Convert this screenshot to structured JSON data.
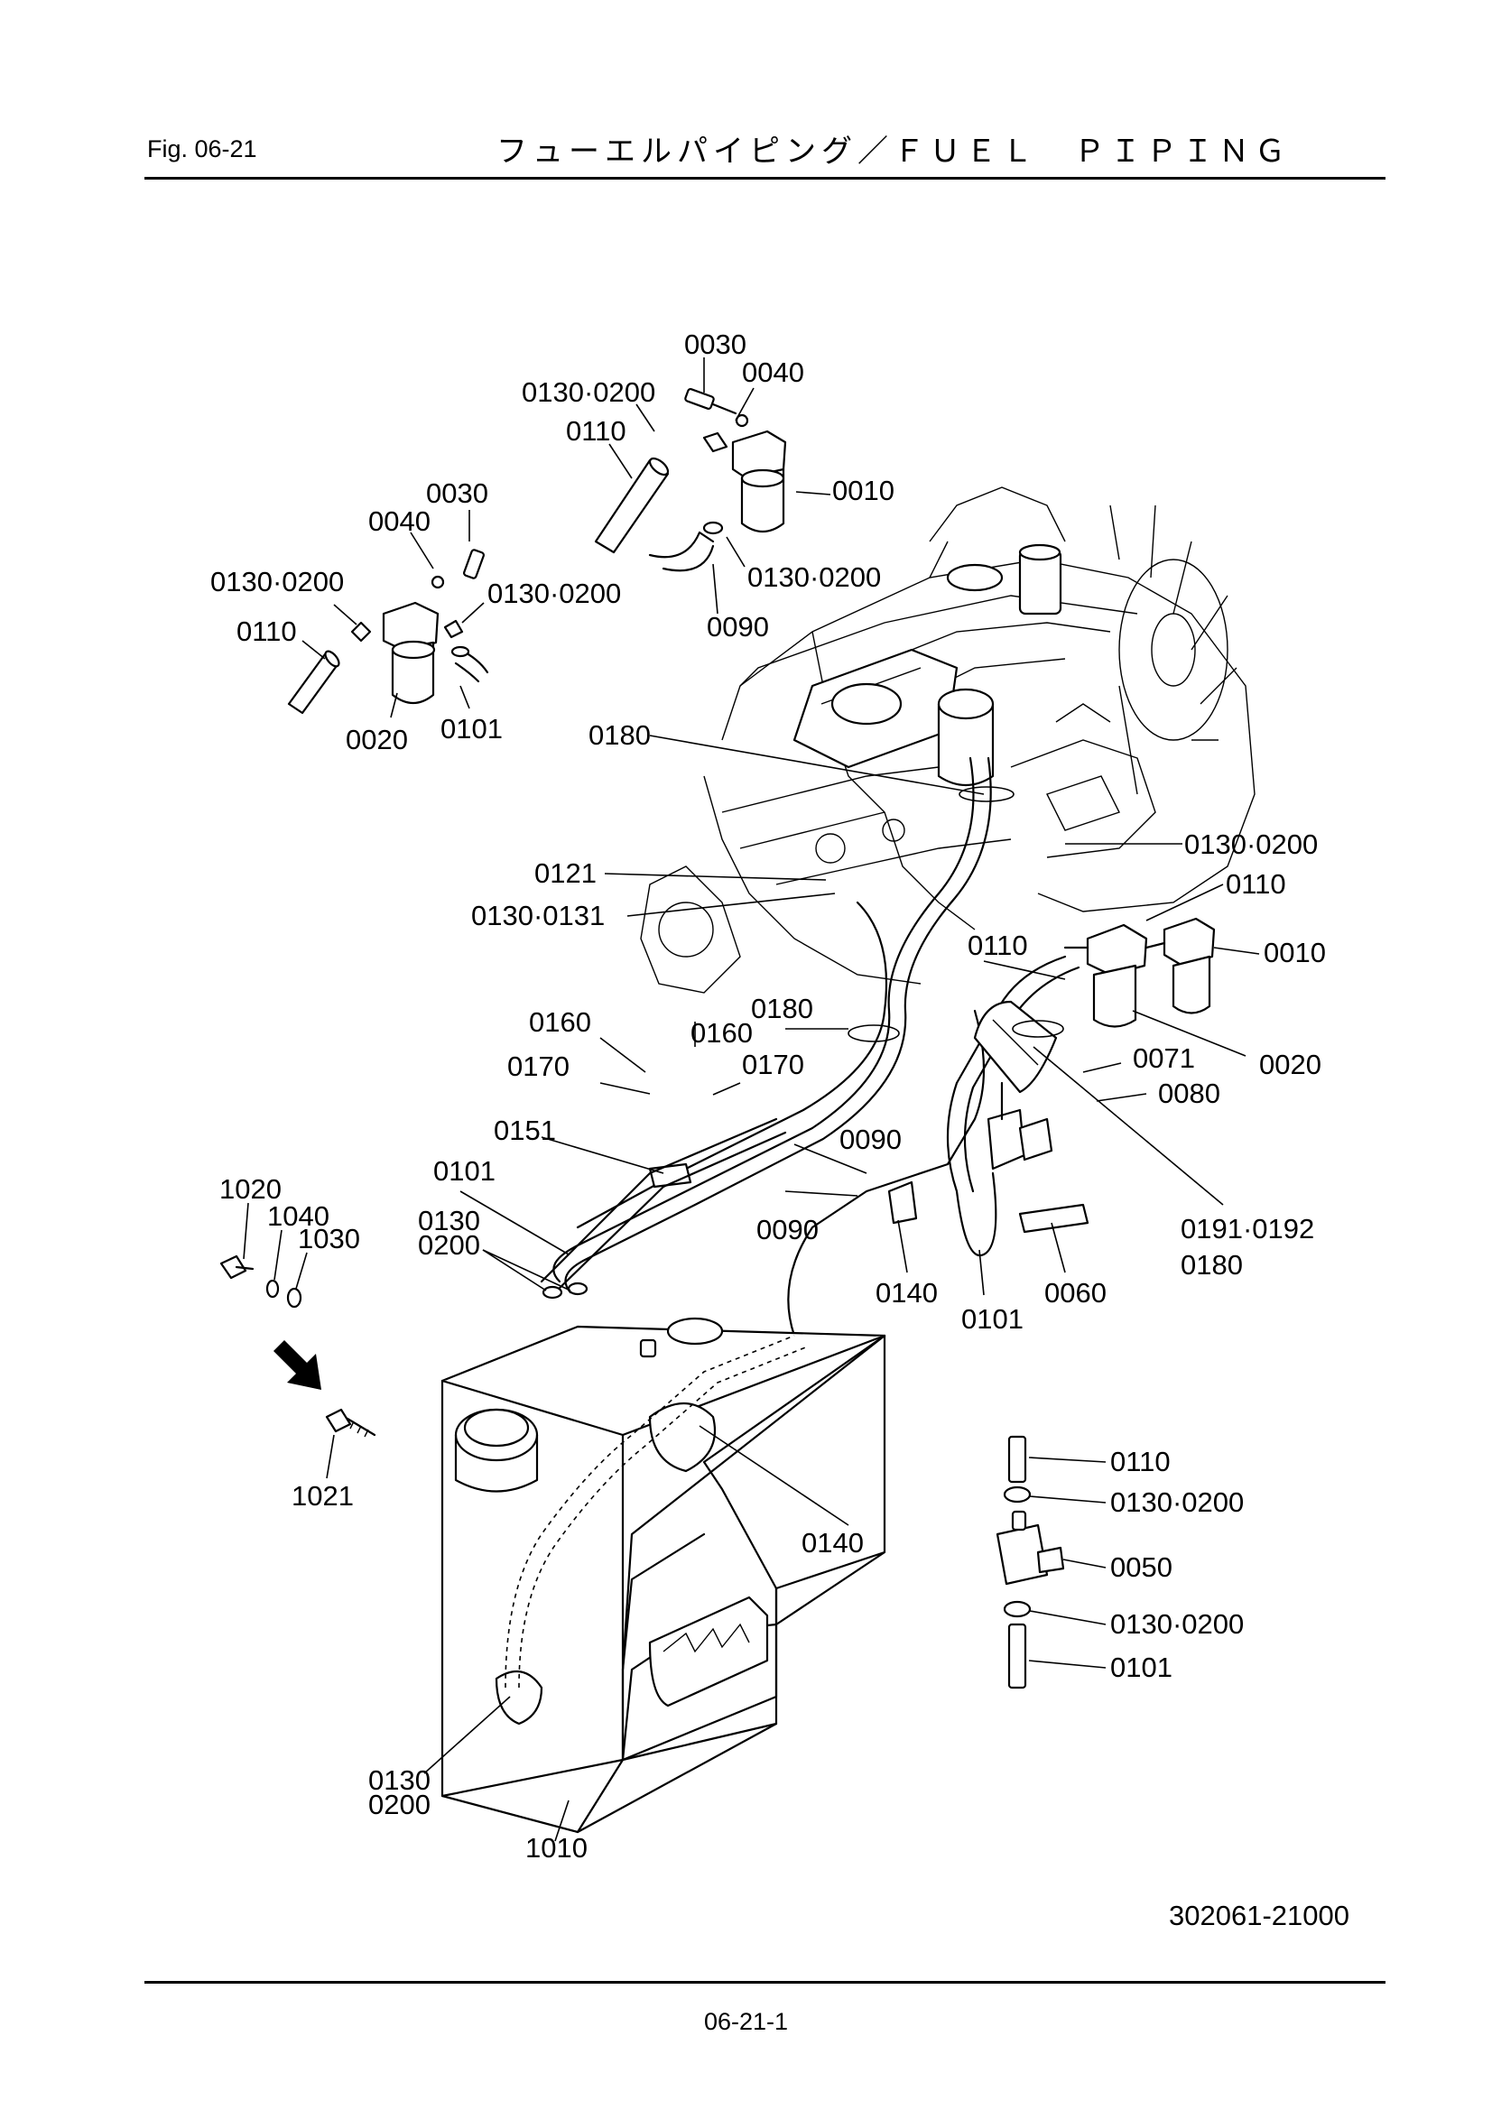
{
  "header": {
    "fig_label": "Fig.  06-21",
    "title": "フューエルパイピング／ＦＵＥＬ　ＰＩＰＩＮＧ"
  },
  "footer": {
    "page_number": "06-21-1"
  },
  "drawing": {
    "drawing_number": "302061-21000",
    "callouts": {
      "c0030_top": "0030",
      "c0040_top": "0040",
      "c0130_0200_top": "0130·0200",
      "c0110_top": "0110",
      "c0010_top": "0010",
      "c0130_0200_top2": "0130·0200",
      "c0090_top": "0090",
      "c0030_left": "0030",
      "c0040_left": "0040",
      "c0130_0200_left": "0130·0200",
      "c0130_0200_left2": "0130·0200",
      "c0110_left": "0110",
      "c0020_left": "0020",
      "c0101_left": "0101",
      "c0180_a": "0180",
      "c0130_0200_right": "0130·0200",
      "c0110_right": "0110",
      "c0121": "0121",
      "c0130_0131": "0130·0131",
      "c0110_mid": "0110",
      "c0010_right": "0010",
      "c0160_a": "0160",
      "c0180_b": "0180",
      "c0160_b": "0160",
      "c0170_a": "0170",
      "c0170_b": "0170",
      "c0071": "0071",
      "c0020_right": "0020",
      "c0080": "0080",
      "c0151": "0151",
      "c0090_mid": "0090",
      "c0101_mid": "0101",
      "c0090_lower": "0090",
      "c0191_0192": "0191·0192",
      "c0180_c": "0180",
      "c1020": "1020",
      "c1040": "1040",
      "c1030": "1030",
      "c0130_a": "0130",
      "c0200_a": "0200",
      "c0140_a": "0140",
      "c0101_bottom": "0101",
      "c0060": "0060",
      "c1021": "1021",
      "c0140_b": "0140",
      "c0110_det": "0110",
      "c0130_0200_det1": "0130·0200",
      "c0050": "0050",
      "c0130_0200_det2": "0130·0200",
      "c0101_det": "0101",
      "c0130_b": "0130",
      "c0200_b": "0200",
      "c1010": "1010"
    }
  }
}
